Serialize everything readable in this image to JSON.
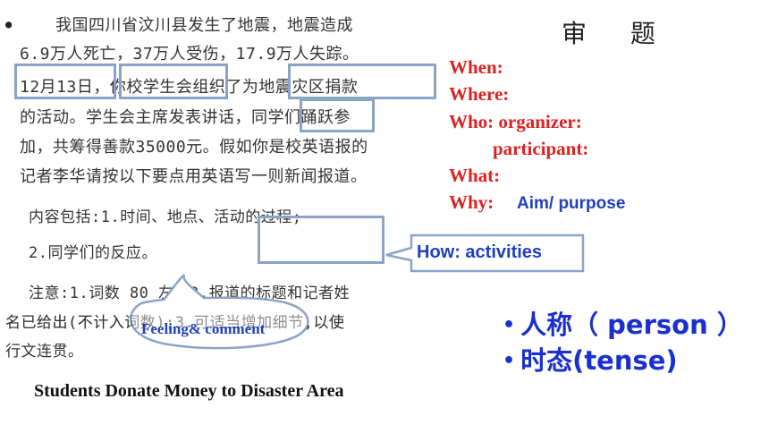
{
  "bullet_mark": "●",
  "passage": {
    "lines": [
      "我国四川省汶川县发生了地震，地震造成",
      "6.9万人死亡，37万人受伤，17.9万人失踪。",
      "12月13日，你校学生会组织了为地震灾区捐款",
      "的活动。学生会主席发表讲话，同学们踊跃参",
      "加，共筹得善款35000元。假如你是校英语报的",
      "记者李华请按以下要点用英语写一则新闻报道。",
      "内容包括:1.时间、地点、活动的过程;",
      "2.同学们的反应。",
      "注意:1.词数 80 左右2.报道的标题和记者姓",
      "名已给出(不计入词数);3.可适当增加细节,以使",
      "行文连贯。"
    ],
    "news_title": "Students Donate Money to Disaster Area"
  },
  "review": {
    "heading": "审 题",
    "questions": {
      "when": "When:",
      "where": "Where:",
      "who": "Who: organizer:",
      "participant": "participant:",
      "what": "What:",
      "why": "Why:"
    },
    "why_answer": "Aim/ purpose"
  },
  "callouts": {
    "how": "How: activities",
    "feeling": "Feeling& comment"
  },
  "points": {
    "bullet": "•",
    "person": "人称（ person ）",
    "tense": "时态(tense)"
  },
  "colors": {
    "question_red": "#e02020",
    "accent_blue": "#1f3fc0",
    "box_border": "#8aa4c8"
  }
}
